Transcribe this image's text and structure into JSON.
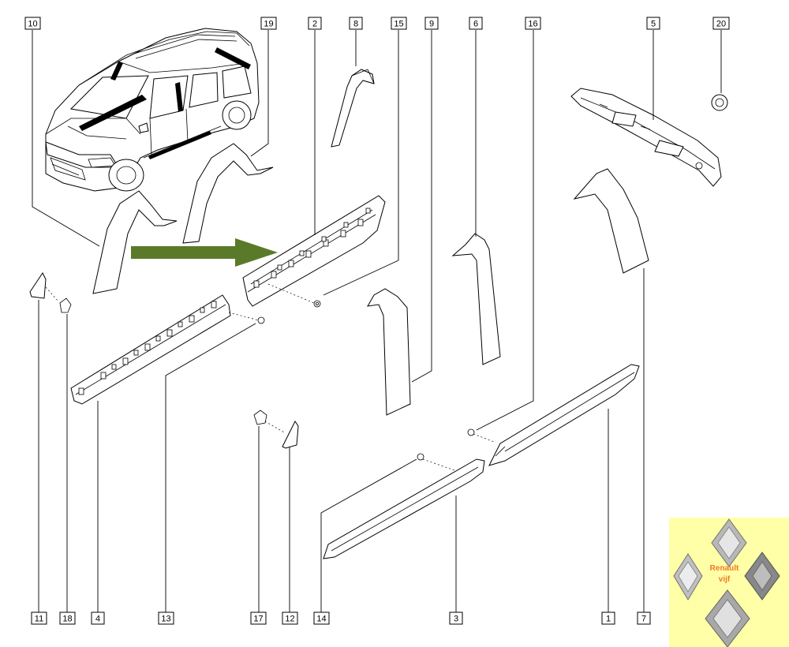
{
  "callouts": [
    {
      "id": "c10",
      "label": "10"
    },
    {
      "id": "c19",
      "label": "19"
    },
    {
      "id": "c2",
      "label": "2"
    },
    {
      "id": "c8",
      "label": "8"
    },
    {
      "id": "c15",
      "label": "15"
    },
    {
      "id": "c9",
      "label": "9"
    },
    {
      "id": "c6",
      "label": "6"
    },
    {
      "id": "c16",
      "label": "16"
    },
    {
      "id": "c5",
      "label": "5"
    },
    {
      "id": "c20",
      "label": "20"
    },
    {
      "id": "c11",
      "label": "11"
    },
    {
      "id": "c18",
      "label": "18"
    },
    {
      "id": "c4",
      "label": "4"
    },
    {
      "id": "c13",
      "label": "13"
    },
    {
      "id": "c17",
      "label": "17"
    },
    {
      "id": "c12",
      "label": "12"
    },
    {
      "id": "c14",
      "label": "14"
    },
    {
      "id": "c3",
      "label": "3"
    },
    {
      "id": "c1",
      "label": "1"
    },
    {
      "id": "c7",
      "label": "7"
    }
  ],
  "logo": {
    "line1": "Renault",
    "line2": "vijf",
    "background": "#ffffa8",
    "text_color": "#f07828"
  },
  "colors": {
    "arrow": "#5a7a2a",
    "ink": "#000000"
  }
}
